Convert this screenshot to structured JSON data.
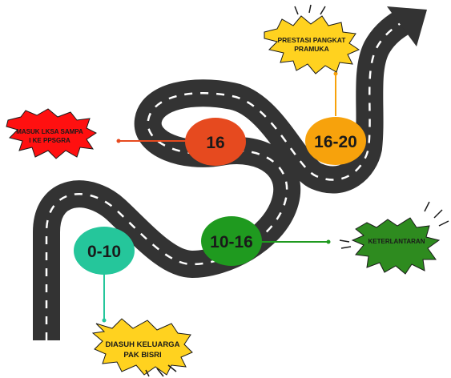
{
  "milestones": [
    {
      "label": "0-10",
      "color": "#25c69b"
    },
    {
      "label": "10-16",
      "color": "#1f9a1f"
    },
    {
      "label": "16",
      "color": "#e64a1f"
    },
    {
      "label": "16-20",
      "color": "#f7a20c"
    }
  ],
  "callouts": {
    "diasuh": {
      "line1": "DIASUH KELUARGA",
      "line2": "PAK BISRI",
      "fill": "#ffd21f"
    },
    "keterlantaran": {
      "line1": "KETERLANTARAN",
      "fill": "#2e8b1f"
    },
    "masuk": {
      "line1": "MASUK LKSA SAMPA",
      "line2": "I KE PPSGRA",
      "fill": "#ff1010"
    },
    "prestasi": {
      "line1": "PRESTASI PANGKAT",
      "line2": "PRAMUKA",
      "fill": "#ffd21f"
    }
  },
  "road": {
    "color": "#333333",
    "dash_color": "#ffffff"
  }
}
